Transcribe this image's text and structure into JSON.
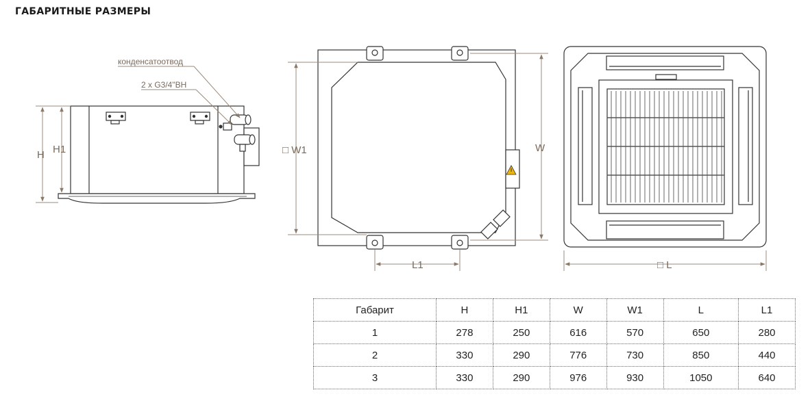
{
  "page_title": "ГАБАРИТНЫЕ РАЗМЕРЫ",
  "side_view": {
    "callout_drain": "конденсатоотвод",
    "callout_connection": "2 x G3/4\"ВН",
    "dim_h": "H",
    "dim_h1": "H1"
  },
  "top_view": {
    "dim_w1": "□ W1",
    "dim_w": "W",
    "dim_l1": "L1"
  },
  "panel_view": {
    "dim_l": "□ L"
  },
  "table": {
    "headers": [
      "Габарит",
      "H",
      "H1",
      "W",
      "W1",
      "L",
      "L1"
    ],
    "rows": [
      [
        "1",
        "278",
        "250",
        "616",
        "570",
        "650",
        "280"
      ],
      [
        "2",
        "330",
        "290",
        "776",
        "730",
        "850",
        "440"
      ],
      [
        "3",
        "330",
        "290",
        "976",
        "930",
        "1050",
        "640"
      ]
    ]
  },
  "colors": {
    "line": "#333333",
    "dimension": "#9b8b7b",
    "warning": "#f2b705"
  }
}
